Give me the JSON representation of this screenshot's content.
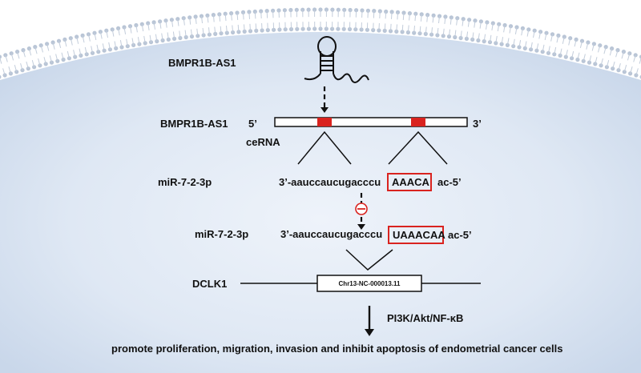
{
  "labels": {
    "lnc_top": "BMPR1B-AS1",
    "lnc_strand": "BMPR1B-AS1",
    "five_prime": "5’",
    "three_prime": "3’",
    "cerna": "ceRNA",
    "mir_a": "miR-7-2-3p",
    "mir_b": "miR-7-2-3p",
    "dclk1": "DCLK1"
  },
  "seq_a": {
    "prefix": "3’-aauccaucugacccu",
    "boxed": "AAACA",
    "suffix": "ac-5’"
  },
  "seq_b": {
    "prefix": "3’-aauccaucugacccu",
    "boxed": "UAAACAA",
    "suffix": "ac-5’"
  },
  "gene_box": "Chr13-NC-000013.11",
  "pathway": "PI3K/Akt/NF-κB",
  "outcome": "promote proliferation, migration, invasion and inhibit apoptosis of endometrial cancer cells",
  "colors": {
    "accent_red": "#d9231f",
    "cell_bg": "#dde8f5",
    "membrane": "#b8c4d4"
  }
}
